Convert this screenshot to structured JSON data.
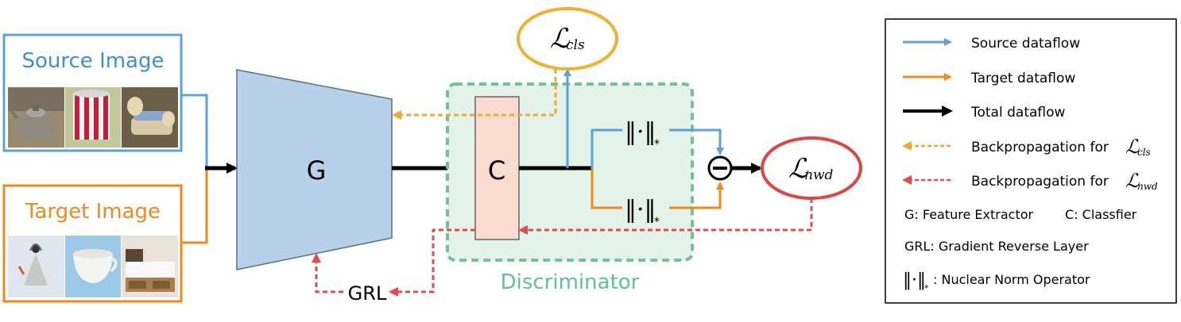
{
  "source": {
    "title": "Source Image",
    "images": [
      "teapot",
      "striped mug",
      "toy bed"
    ]
  },
  "target": {
    "title": "Target Image",
    "images": [
      "kettle",
      "white cup",
      "bed"
    ]
  },
  "nodes": {
    "g": "G",
    "c": "C",
    "grl": "GRL",
    "discriminator": "Discriminator",
    "loss_cls_main": "ℒ",
    "loss_cls_sub": "cls",
    "loss_nwd_main": "ℒ",
    "loss_nwd_sub": "nwd",
    "norm_symbol": "‖·‖",
    "norm_sub": "*"
  },
  "legend": {
    "source_dataflow": "Source dataflow",
    "target_dataflow": "Target dataflow",
    "total_dataflow": "Total dataflow",
    "backprop_cls": "Backpropagation for",
    "backprop_nwd": "Backpropagation for",
    "g_def": "G:  Feature Extractor",
    "c_def": "C:  Classfier",
    "grl_def": "GRL:  Gradient Reverse Layer",
    "norm_def": ":  Nuclear Norm Operator"
  },
  "colors": {
    "blue": "#5ba3d6",
    "orange": "#ef8a1e",
    "black": "#000000",
    "yellow_dashed": "#f0a830",
    "red_dashed": "#e84a4a",
    "g_fill": "#b7d1ea",
    "c_fill": "#fadbd0",
    "disc_fill": "#e4f3ea",
    "disc_border": "#6ec39a",
    "cls_border": "#f0b030",
    "nwd_border": "#e04545"
  }
}
